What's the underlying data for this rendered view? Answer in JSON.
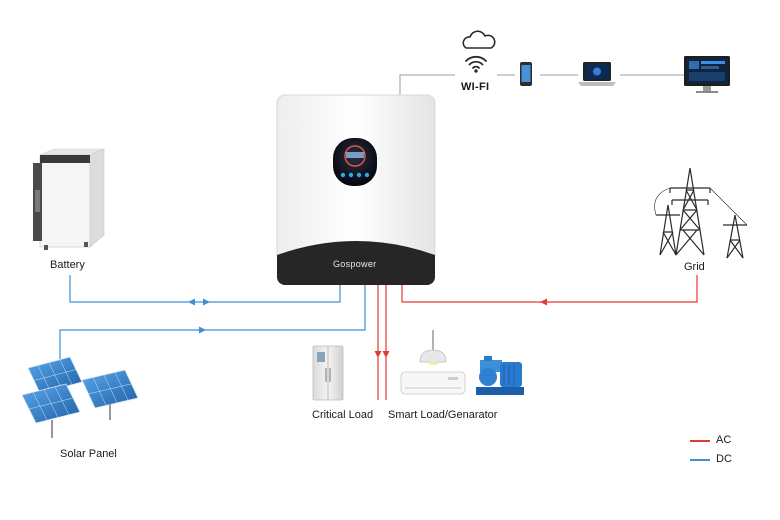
{
  "labels": {
    "wifi": "WI-FI",
    "battery": "Battery",
    "grid": "Grid",
    "solar_panel": "Solar Panel",
    "critical_load": "Critical Load",
    "smart_load": "Smart Load/Genarator"
  },
  "inverter": {
    "brand": "Gospower"
  },
  "legend": [
    {
      "label": "AC",
      "color": "#e53935"
    },
    {
      "label": "DC",
      "color": "#3d8fd6"
    }
  ],
  "colors": {
    "ac": "#e53935",
    "dc": "#3d8fd6",
    "link": "#9e9e9e"
  }
}
